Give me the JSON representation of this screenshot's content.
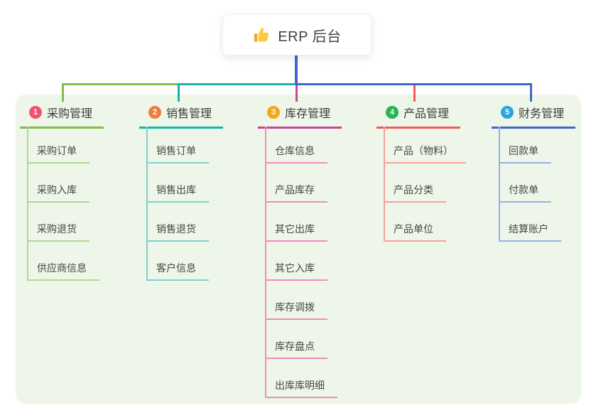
{
  "root": {
    "label": "ERP 后台",
    "icon": "thumbs-up-icon"
  },
  "colors": {
    "panel_bg": "#edf6e8",
    "card_bg": "#ffffff",
    "root_line": "#4366cb",
    "header_text": "#3c3c3c",
    "child_text": "#474747"
  },
  "branches": [
    {
      "index": "1",
      "label": "采购管理",
      "badge_color": "#f4516c",
      "line_color": "#7fbe4b",
      "child_line_color": "#b0d88c",
      "children": [
        "采购订单",
        "采购入库",
        "采购退货",
        "供应商信息"
      ]
    },
    {
      "index": "2",
      "label": "销售管理",
      "badge_color": "#ee7b41",
      "line_color": "#16b3ac",
      "child_line_color": "#7fd2cb",
      "children": [
        "销售订单",
        "销售出库",
        "销售退货",
        "客户信息"
      ]
    },
    {
      "index": "3",
      "label": "库存管理",
      "badge_color": "#f8a41f",
      "line_color": "#cc4397",
      "child_line_color": "#f08cc0",
      "children": [
        "仓库信息",
        "产品库存",
        "其它出库",
        "其它入库",
        "库存调拨",
        "库存盘点",
        "出库库明细"
      ]
    },
    {
      "index": "4",
      "label": "产品管理",
      "badge_color": "#2bb453",
      "line_color": "#f15a57",
      "child_line_color": "#f7a39e",
      "children": [
        "产品（物料）",
        "产品分类",
        "产品单位"
      ]
    },
    {
      "index": "5",
      "label": "财务管理",
      "badge_color": "#29a6e0",
      "line_color": "#4366cb",
      "child_line_color": "#98b1e6",
      "children": [
        "回款单",
        "付款单",
        "结算账户"
      ]
    }
  ]
}
